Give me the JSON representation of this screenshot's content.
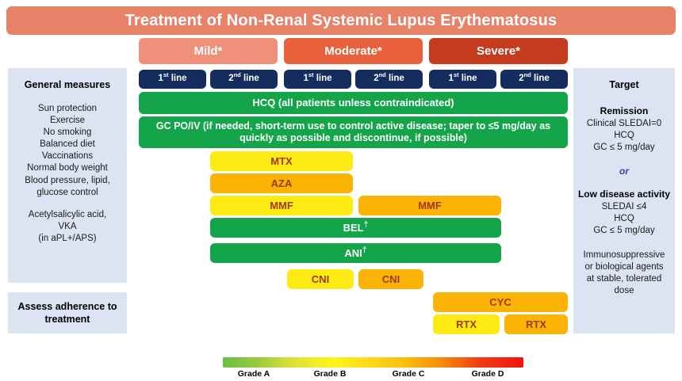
{
  "title": "Treatment of Non-Renal Systemic Lupus Erythematosus",
  "left_panel": {
    "heading": "General measures",
    "measures": "Sun protection\nExercise\nNo smoking\nBalanced diet\nVaccinations\nNormal body weight\nBlood pressure, lipid,\nglucose control",
    "antithrombotic": "Acetylsalicylic acid,\nVKA\n(in aPL+/APS)",
    "adherence": "Assess adherence to\ntreatment"
  },
  "right_panel": {
    "heading": "Target",
    "remission_heading": "Remission",
    "remission_body": "Clinical SLEDAI=0\nHCQ\nGC ≤ 5 mg/day",
    "or_word": "or",
    "lda_heading": "Low disease activity",
    "lda_body": "SLEDAI ≤4\nHCQ\nGC ≤ 5 mg/day",
    "stable_dose": "Immunosuppressive\nor biological agents\nat stable, tolerated\ndose"
  },
  "categories": [
    {
      "label": "Mild*",
      "color": "#f0907a"
    },
    {
      "label": "Moderate*",
      "color": "#e8613c"
    },
    {
      "label": "Severe*",
      "color": "#c43b1d"
    }
  ],
  "lines": [
    {
      "number": "1",
      "ordinal": "st",
      "label": " line"
    },
    {
      "number": "2",
      "ordinal": "nd",
      "label": " line"
    },
    {
      "number": "1",
      "ordinal": "st",
      "label": " line"
    },
    {
      "number": "2",
      "ordinal": "nd",
      "label": " line"
    },
    {
      "number": "1",
      "ordinal": "st",
      "label": " line"
    },
    {
      "number": "2",
      "ordinal": "nd",
      "label": " line"
    }
  ],
  "backbone": [
    {
      "text": "HCQ (all patients unless contraindicated)"
    },
    {
      "text": "GC PO/IV (if needed, short-term use to control active disease; taper to ≤5 mg/day as quickly as possible and discontinue, if possible)"
    }
  ],
  "drugs": [
    {
      "name": "MTX",
      "grade": "B"
    },
    {
      "name": "AZA",
      "grade": "C"
    },
    {
      "name": "MMF",
      "grade": "B"
    },
    {
      "name": "MMF",
      "grade": "C"
    },
    {
      "name": "BEL",
      "grade": "A",
      "footnote": "†"
    },
    {
      "name": "ANI",
      "grade": "A",
      "footnote": "†"
    },
    {
      "name": "CNI",
      "grade": "B"
    },
    {
      "name": "CNI",
      "grade": "C"
    },
    {
      "name": "CYC",
      "grade": "C"
    },
    {
      "name": "RTX",
      "grade": "B"
    },
    {
      "name": "RTX",
      "grade": "C"
    }
  ],
  "legend": {
    "grades": [
      "Grade A",
      "Grade B",
      "Grade C",
      "Grade D"
    ],
    "colors": {
      "grade_a": "#6cbe45",
      "grade_b": "#fbf717",
      "grade_c": "#fbb306",
      "grade_d": "#f21212"
    }
  }
}
